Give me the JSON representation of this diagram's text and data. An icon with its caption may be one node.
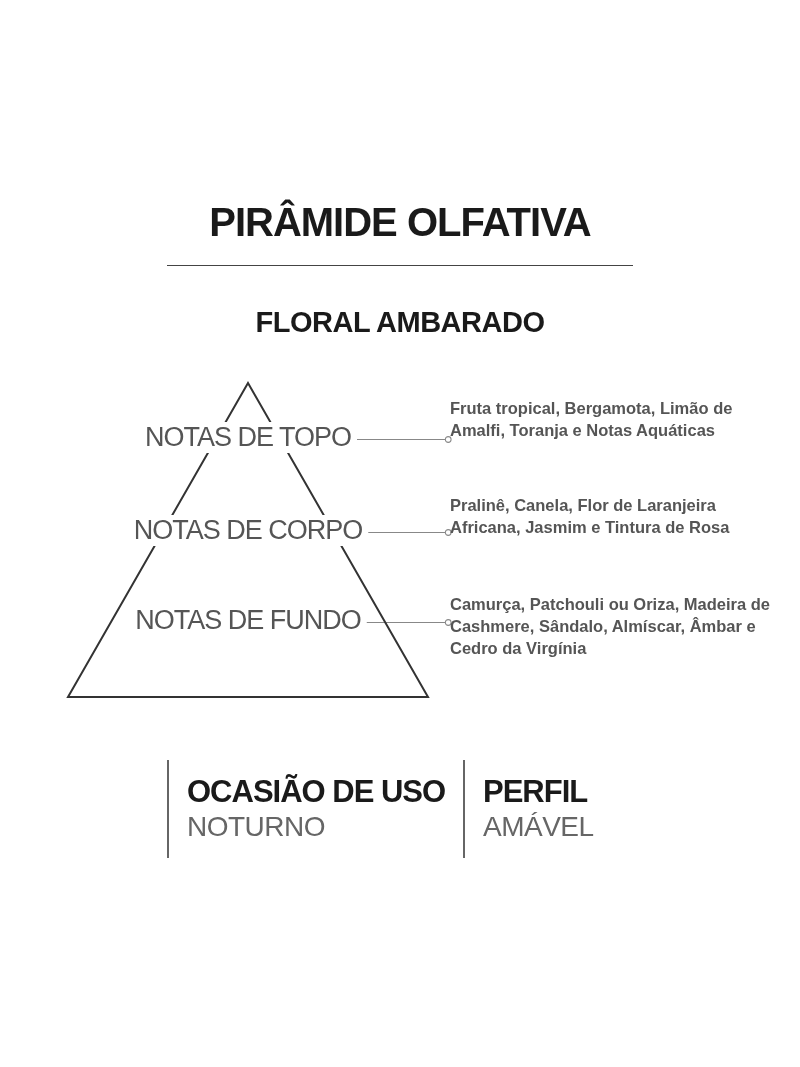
{
  "diagram": {
    "title": "PIRÂMIDE OLFATIVA",
    "nodes": [
      {
        "text": [],
        "shape": "triangle"
      },
      {
        "text": [
          "NOTAS DE TOPO"
        ],
        "in": 0
      },
      {
        "text": [
          "NOTAS DE CORPO"
        ],
        "in": 0
      },
      {
        "text": [
          "NOTAS DE FUNDO"
        ],
        "in": 0
      },
      {
        "text": [
          "Fruta tropical, Bergamota, Limão de Amalfi, Toranja e Notas Aquáticas"
        ]
      },
      {
        "text": [
          "Pralinê, Canela, Flor de Laranjeira Africana, Jasmim e Tintura de Rosa"
        ]
      },
      {
        "text": [
          "Camurça, Patchouli ou Oriza, Madeira de Cashmere, Sândalo, Almíscar, Âmbar e Cedro da Virgínia"
        ]
      },
      {
        "text": [
          "OCASIÃO DE USO",
          "NOTURNO"
        ]
      },
      {
        "text": [
          "PERFIL",
          "AMÁVEL"
        ]
      }
    ],
    "edges": [
      {
        "from": 1,
        "to": 4,
        "arrow": "other"
      },
      {
        "from": 2,
        "to": 5,
        "arrow": "other"
      },
      {
        "from": 3,
        "to": 6,
        "arrow": "other"
      }
    ],
    "labels": [
      "FLORAL AMBARADO"
    ]
  }
}
